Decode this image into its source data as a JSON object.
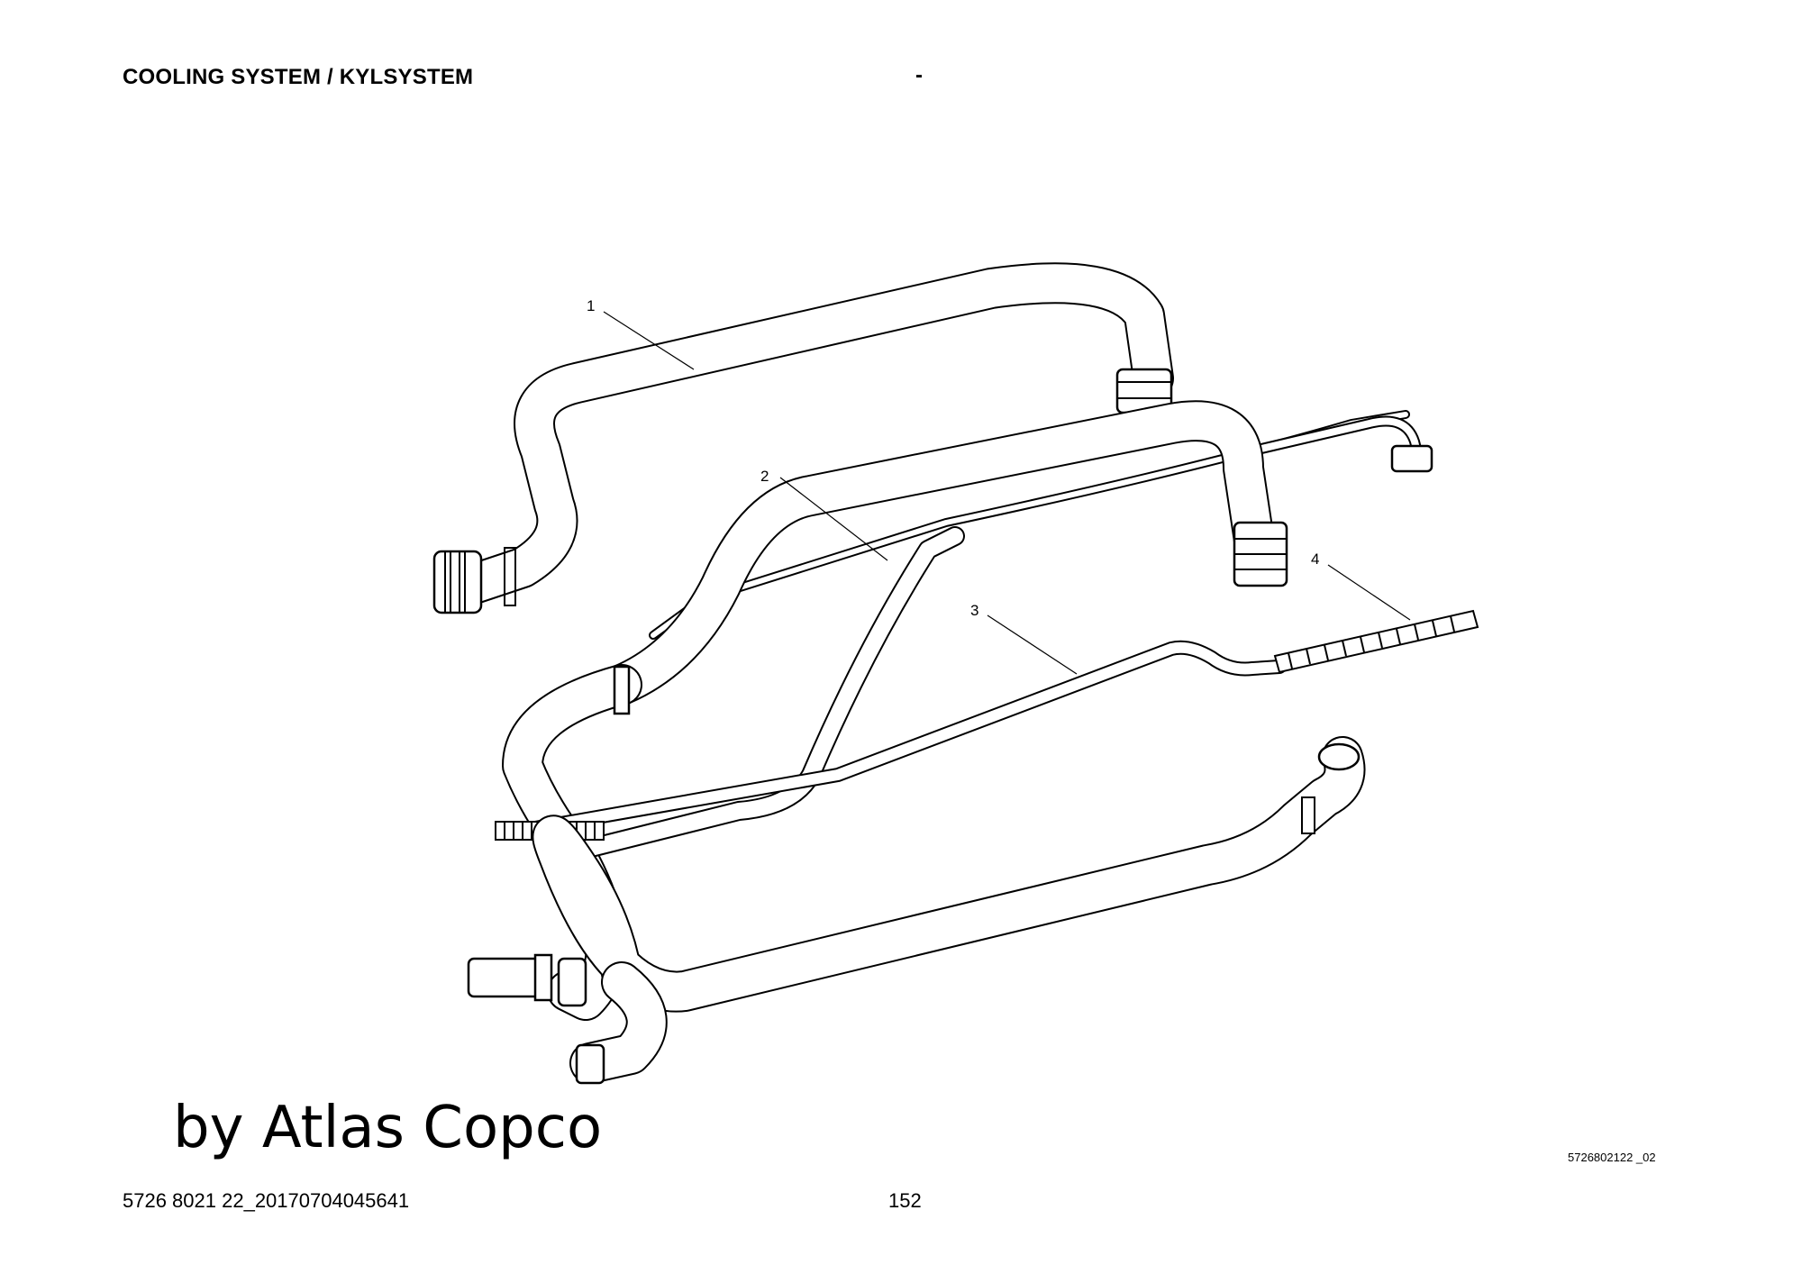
{
  "header": {
    "title": "COOLING SYSTEM / KYLSYSTEM",
    "separator": "-"
  },
  "callouts": [
    "1",
    "2",
    "3",
    "4"
  ],
  "watermark": "by Atlas Copco",
  "drawing_ref": "5726802122 _02",
  "footer": {
    "doc_id": "5726 8021 22_20170704045641",
    "page_number": "152"
  }
}
